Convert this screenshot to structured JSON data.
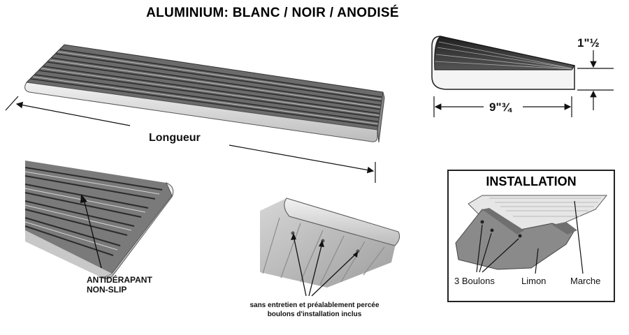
{
  "title": "ALUMINIUM: BLANC / NOIR / ANODISÉ",
  "labels": {
    "length": "Longueur",
    "height": "1\"½",
    "width": "9\"¾",
    "antiskid_line1": "ANTIDÉRAPANT",
    "antiskid_line2": "NON-SLIP",
    "maintenance_line1": "sans entretien et préalablement percée",
    "maintenance_line2": "boulons d'installation inclus"
  },
  "installation": {
    "title": "INSTALLATION",
    "bolts": "3 Boulons",
    "stringer": "Limon",
    "step": "Marche"
  },
  "colors": {
    "tread_dark": "#3a3a3a",
    "tread_light": "#d9d9d9",
    "metal": "#bdbdbd",
    "stringer": "#8a8a8a"
  }
}
